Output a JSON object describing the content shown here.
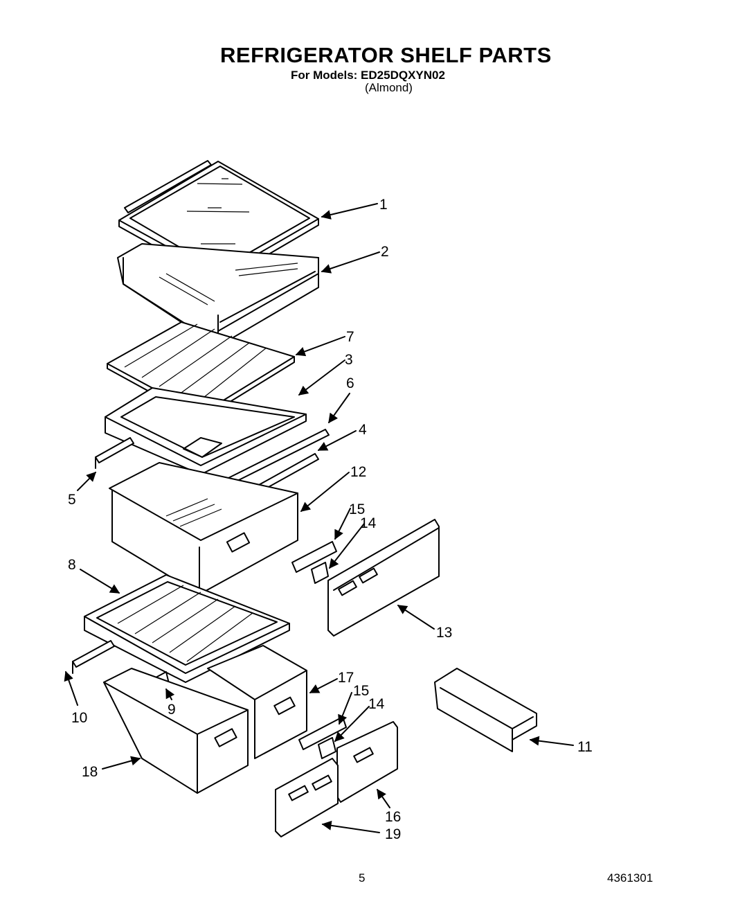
{
  "header": {
    "title": "REFRIGERATOR SHELF PARTS",
    "models": "For Models: ED25DQXYN02",
    "color": "(Almond)"
  },
  "footer": {
    "page_number": "5",
    "document_number": "4361301"
  },
  "callouts": [
    "1",
    "2",
    "7",
    "3",
    "6",
    "4",
    "5",
    "12",
    "15",
    "14",
    "13",
    "8",
    "10",
    "9",
    "17",
    "15",
    "14",
    "11",
    "18",
    "16",
    "19"
  ]
}
